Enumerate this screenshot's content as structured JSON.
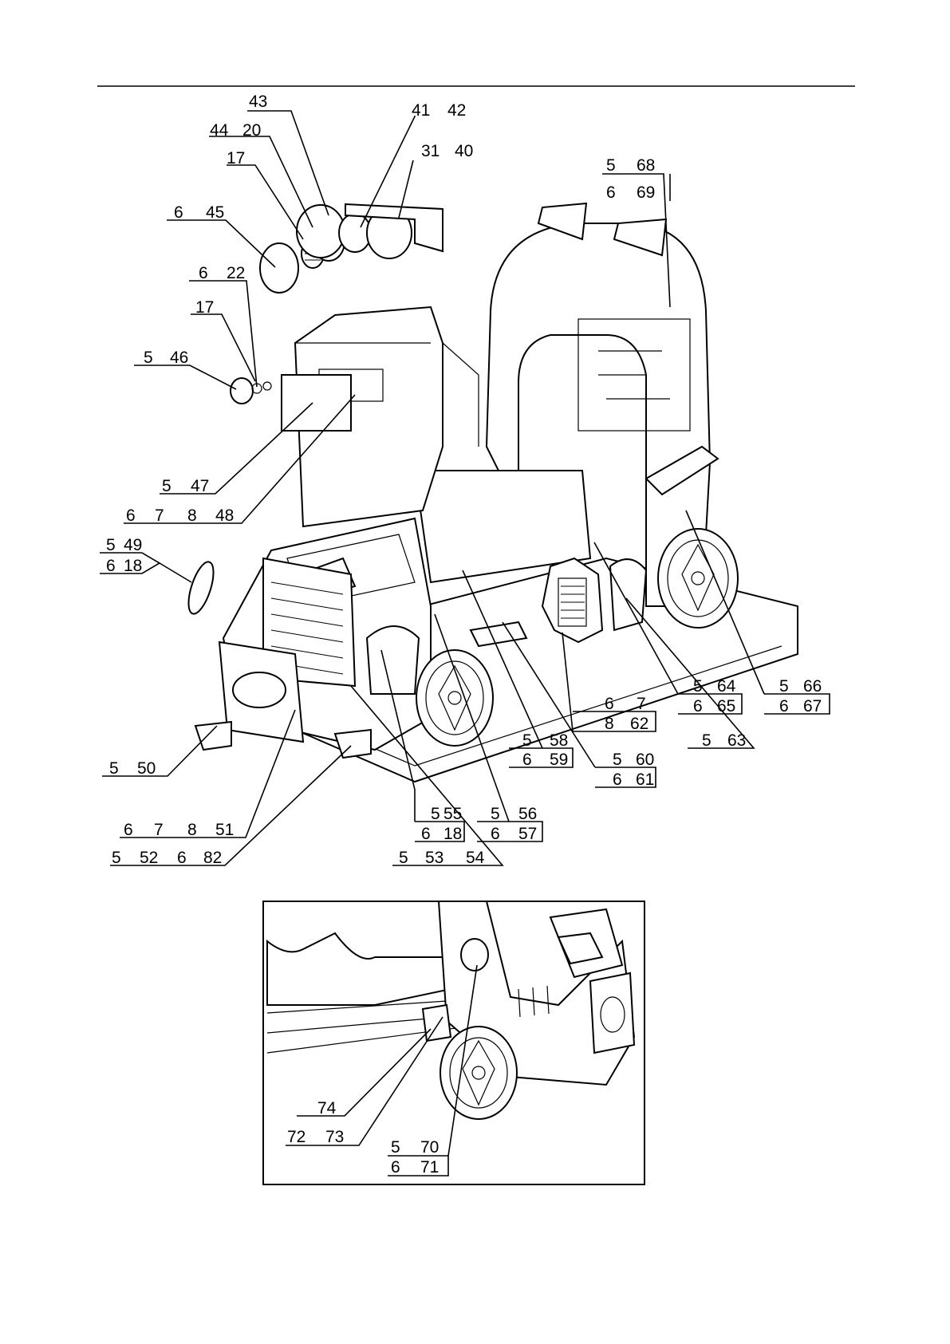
{
  "callouts": {
    "c43": "43",
    "c44": "44",
    "c20": "20",
    "c41": "41",
    "c42": "42",
    "c31": "31",
    "c40": "40",
    "c17a": "17",
    "c6_45a": "6",
    "c6_45b": "45",
    "c6_22a": "6",
    "c6_22b": "22",
    "c17b": "17",
    "c5_46a": "5",
    "c5_46b": "46",
    "c5_68a": "5",
    "c5_68b": "68",
    "c6_69a": "6",
    "c6_69b": "69",
    "c5_47a": "5",
    "c5_47b": "47",
    "c48a": "6",
    "c48b": "7",
    "c48c": "8",
    "c48d": "48",
    "c5_49a": "5",
    "c5_49b": "49",
    "c6_18a": "6",
    "c6_18b": "18",
    "c5_64a": "5",
    "c5_64b": "64",
    "c6_65a": "6",
    "c6_65b": "65",
    "c5_66a": "5",
    "c5_66b": "66",
    "c6_67a": "6",
    "c6_67b": "67",
    "c6_7a": "6",
    "c6_7b": "7",
    "c8_62a": "8",
    "c8_62b": "62",
    "c5_58a": "5",
    "c5_58b": "58",
    "c6_59a": "6",
    "c6_59b": "59",
    "c5_63a": "5",
    "c5_63b": "63",
    "c5_60a": "5",
    "c5_60b": "60",
    "c6_61a": "6",
    "c6_61b": "61",
    "c5_50a": "5",
    "c5_50b": "50",
    "c5_55a": "5",
    "c5_55b": "55",
    "c6_18ca": "6",
    "c6_18cb": "18",
    "c5_56a": "5",
    "c5_56b": "56",
    "c6_57a": "6",
    "c6_57b": "57",
    "c51a": "6",
    "c51b": "7",
    "c51c": "8",
    "c51d": "51",
    "c53a": "5",
    "c53b": "53",
    "c53c": "54",
    "c52a": "5",
    "c52b": "52",
    "c52c": "6",
    "c52d": "82",
    "c74": "74",
    "c72": "72",
    "c73": "73",
    "c5_70a": "5",
    "c5_70b": "70",
    "c6_71a": "6",
    "c6_71b": "71"
  }
}
